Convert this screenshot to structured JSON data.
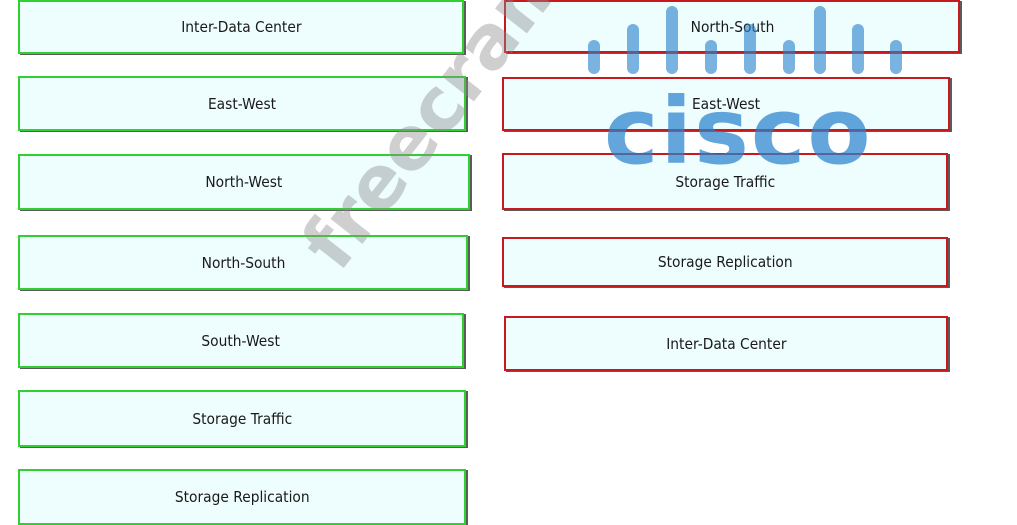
{
  "source_items": [
    "Inter-Data Center",
    "East-West",
    "North-West",
    "North-South",
    "South-West",
    "Storage Traffic",
    "Storage Replication"
  ],
  "target_items": [
    "North-South",
    "East-West",
    "Storage Traffic",
    "Storage Replication",
    "Inter-Data Center"
  ],
  "watermark": {
    "brand": "cisco",
    "site": "freecram.net"
  },
  "colors": {
    "source_border": "#2fd12f",
    "target_border": "#c8191f",
    "item_fill": "#eefdfd",
    "cisco_blue": "#2882cd"
  }
}
